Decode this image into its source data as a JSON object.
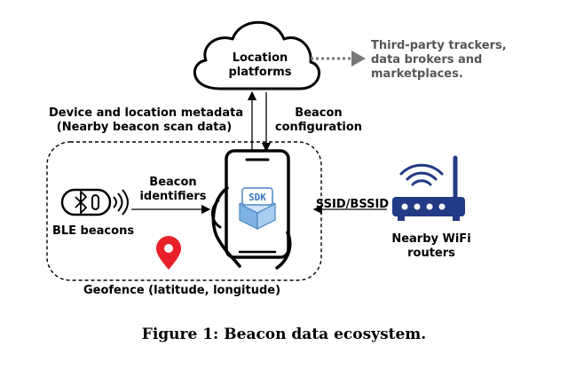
{
  "cloud": {
    "line1": "Location",
    "line2": "platforms"
  },
  "third_party": {
    "line1": "Third-party trackers,",
    "line2": "data brokers and",
    "line3": "marketplaces."
  },
  "upload_label": {
    "line1": "Device and location metadata",
    "line2": "(Nearby beacon scan data)"
  },
  "config_label": {
    "line1": "Beacon",
    "line2": "configuration"
  },
  "beacon_id_label": {
    "line1": "Beacon",
    "line2": "identifiers"
  },
  "ble": {
    "label": "BLE beacons"
  },
  "sdk": {
    "label": "SDK"
  },
  "wifi": {
    "arrow_label": "SSID/BSSID",
    "line1": "Nearby WiFi",
    "line2": "routers"
  },
  "geofence": {
    "label": "Geofence (latitude,  longitude)"
  },
  "caption": "Figure 1: Beacon data ecosystem.",
  "colors": {
    "pin": "#e8202a",
    "sdk_box": "#7fb2e5",
    "sdk_top": "#cfe3f6",
    "router": "#233a86"
  }
}
